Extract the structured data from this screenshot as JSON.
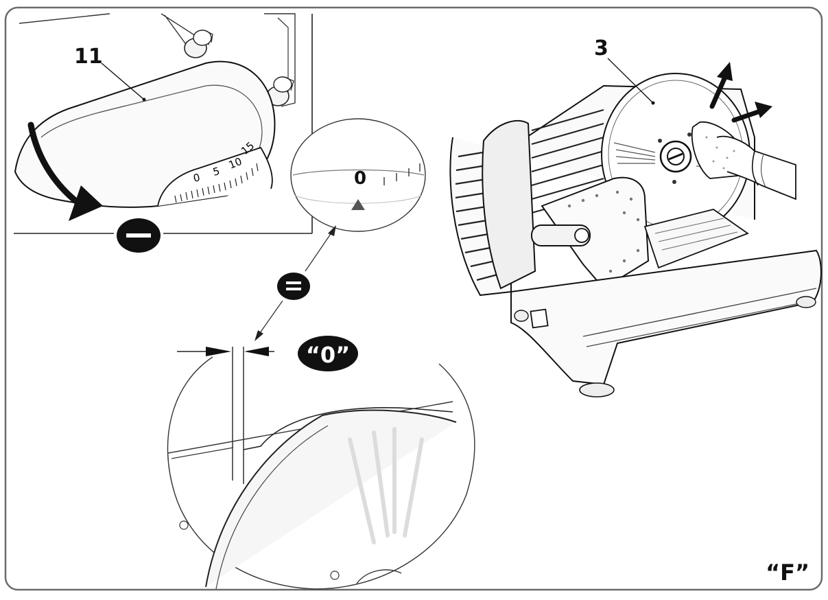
{
  "labels": {
    "part_11": "11",
    "part_3": "3",
    "dial_zero": "0",
    "scale_0": "0",
    "scale_5": "5",
    "scale_10": "10",
    "scale_15": "15",
    "minus_symbol": "—",
    "equals_symbol": "=",
    "zero_badge": "“0”",
    "figure_letter": "“F”"
  }
}
